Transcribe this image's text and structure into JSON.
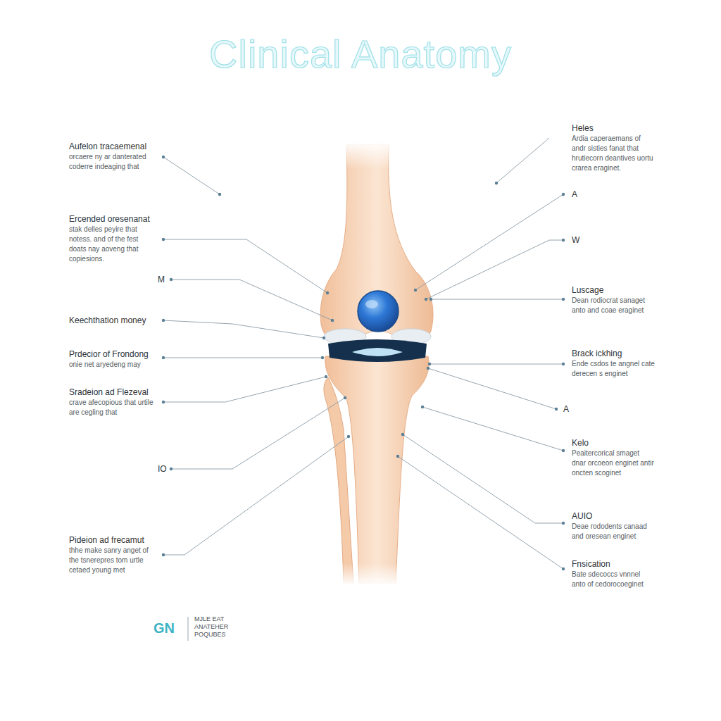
{
  "diagram": {
    "title": "Clinical Anatomy",
    "labels": [
      "Aufelon tracaemenal",
      "orcaere ny ar danterated coderre indeaging that",
      "Ercended oresenanat",
      "stak delles peyire that notess. and of the fest doats nay aoveng that copiesions.",
      "M",
      "Keechthation money",
      "Prdecior of Frondong",
      "onie net aryedeng may",
      "Sradeion ad Flezeval",
      "crave afecopious that urtile are cegling that",
      "IO",
      "Pideion ad frecamut",
      "thhe make sanry anget of the tsnerepres tom urtle cetaed young met",
      "Heles",
      "Ardia caperaemans of andr sisties fanat that hrutiecorn deantives uortu crarea eraginet.",
      "A",
      "W",
      "Luscage",
      "Dean rodiocrat sanaget anto and coae eraginet",
      "Brack ickhing",
      "Ende csdos te angnel cate derecen s enginet",
      "A",
      "Kelo",
      "Peaitercorical smaget dnar orcoeon enginet antir oncten scoginet",
      "AUIO",
      "Deae rododents canaad and oresean enginet",
      "Fnsication",
      "Bate sdecoccs vnnnel anto of cedorocoeginet",
      "GN",
      "MJLE EAT ANATEHER POQUBES"
    ]
  }
}
